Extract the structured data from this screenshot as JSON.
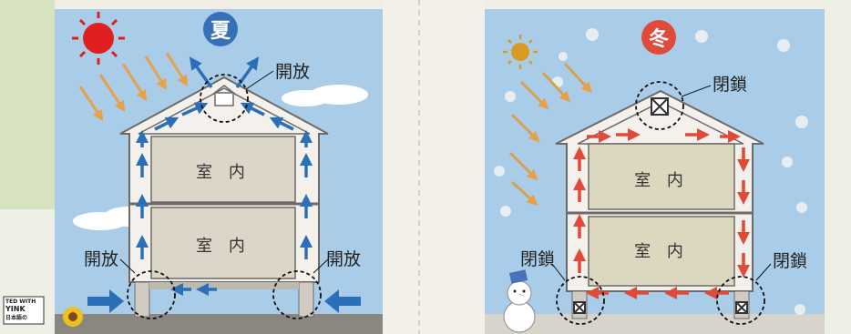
{
  "summer": {
    "season_label": "夏",
    "top_vent_label": "開放",
    "left_vent_label": "開放",
    "right_vent_label": "開放",
    "room_upper": "室 内",
    "room_lower": "室 内",
    "colors": {
      "sky": "#a9cde8",
      "sun": "#e02020",
      "badge": "#3570b8",
      "arrow": "#2b6fb8",
      "sunray": "#e8a04a"
    }
  },
  "winter": {
    "season_label": "冬",
    "top_vent_label": "閉鎖",
    "left_vent_label": "閉鎖",
    "right_vent_label": "閉鎖",
    "room_upper": "室 内",
    "room_lower": "室 内",
    "colors": {
      "sky": "#a9cde8",
      "sun": "#d89a20",
      "badge": "#e04a3a",
      "arrow": "#e04a3a",
      "sunray": "#d8a050"
    }
  },
  "logo_text": [
    "TED WITH",
    "YINK",
    "日本語の"
  ],
  "icons": [
    "sun-icon",
    "cloud-icon",
    "snowman-icon",
    "sunflower-icon",
    "vent-icon"
  ]
}
